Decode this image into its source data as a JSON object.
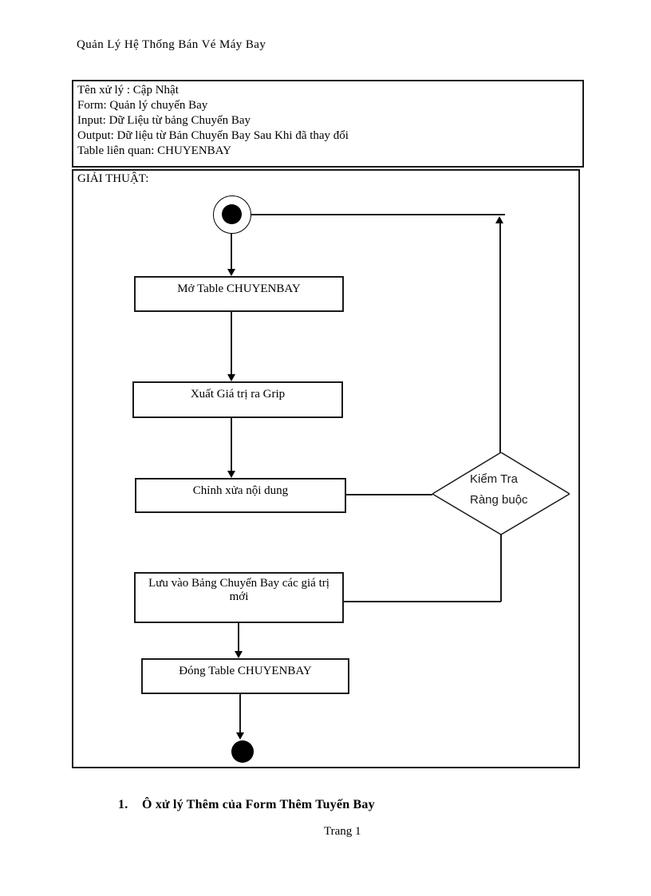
{
  "page": {
    "header": "Quản Lý Hệ Thống Bán Vé Máy Bay",
    "footer": "Trang 1"
  },
  "info_box": {
    "lines": [
      "Tên xử lý : Cập Nhật",
      "Form: Quản lý chuyến Bay",
      "Input: Dữ Liệu từ bảng Chuyến Bay",
      "Output: Dữ liệu từ Bản Chuyến Bay Sau Khi đã thay đổi",
      "Table liên quan: CHUYENBAY"
    ]
  },
  "algorithm": {
    "label": "GIẢI THUẬT:",
    "flowchart": {
      "step_open": "Mở Table CHUYENBAY",
      "step_output": "Xuất Giá trị ra Grip",
      "step_edit": "Chỉnh xửa nội dung",
      "decision": {
        "line1": "Kiểm Tra",
        "line2": "Ràng buộc"
      },
      "step_save": "Lưu vào Bảng Chuyến Bay các giá trị mới",
      "step_close": "Đóng Table CHUYENBAY"
    }
  },
  "caption": {
    "number": "1.",
    "text": "Ô xử lý Thêm của Form Thêm Tuyến Bay"
  }
}
